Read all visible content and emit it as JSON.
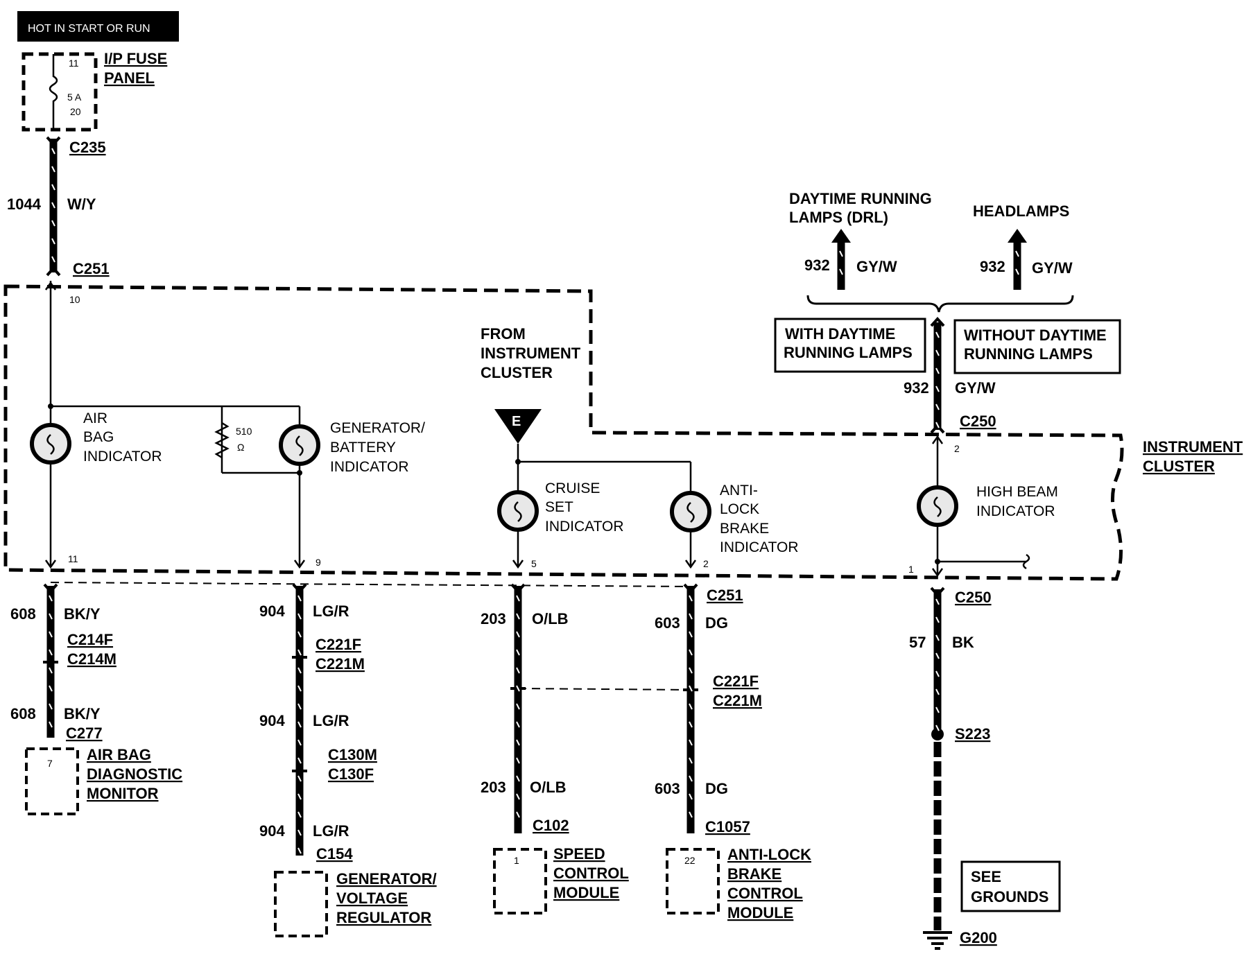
{
  "header": {
    "hot_label": "HOT IN START OR  RUN"
  },
  "fuse_panel": {
    "title_line1": "I/P FUSE",
    "title_line2": "PANEL",
    "fuse_pin_top": "11",
    "fuse_rating": "5 A",
    "fuse_number": "20"
  },
  "feed_wire": {
    "connector_top": "C235",
    "circuit": "1044",
    "color": "W/Y",
    "connector_bottom": "C251",
    "pin": "10"
  },
  "cluster": {
    "label_line1": "INSTRUMENT",
    "label_line2": "CLUSTER",
    "from_line1": "FROM",
    "from_line2": "INSTRUMENT",
    "from_line3": "CLUSTER",
    "ground_symbol": "E",
    "resistor_value": "510",
    "resistor_unit": "Ω",
    "air_bag": {
      "line1": "AIR",
      "line2": "BAG",
      "line3": "INDICATOR",
      "pin": "11"
    },
    "generator": {
      "line1": "GENERATOR/",
      "line2": "BATTERY",
      "line3": "INDICATOR",
      "pin": "9"
    },
    "cruise": {
      "line1": "CRUISE",
      "line2": "SET",
      "line3": "INDICATOR",
      "pin": "5"
    },
    "antilock": {
      "line1": "ANTI-",
      "line2": "LOCK",
      "line3": "BRAKE",
      "line4": "INDICATOR",
      "pin": "2"
    },
    "highbeam": {
      "line1": "HIGH BEAM",
      "line2": "INDICATOR",
      "pin_top": "2",
      "pin_bottom": "1"
    }
  },
  "drl": {
    "drl_title_line1": "DAYTIME RUNNING",
    "drl_title_line2": "LAMPS (DRL)",
    "headlamps_title": "HEADLAMPS",
    "circuit": "932",
    "color": "GY/W",
    "with_line1": "WITH DAYTIME",
    "with_line2": "RUNNING LAMPS",
    "without_line1": "WITHOUT DAYTIME",
    "without_line2": "RUNNING LAMPS",
    "connector": "C250"
  },
  "airbag_branch": {
    "circuit": "608",
    "color": "BK/Y",
    "conn_f": "C214F",
    "conn_m": "C214M",
    "conn_end": "C277",
    "module_pin": "7",
    "module_line1": "AIR BAG",
    "module_line2": "DIAGNOSTIC",
    "module_line3": "MONITOR"
  },
  "generator_branch": {
    "circuit": "904",
    "color": "LG/R",
    "conn1_f": "C221F",
    "conn1_m": "C221M",
    "conn2_m": "C130M",
    "conn2_f": "C130F",
    "conn_end": "C154",
    "module_line1": "GENERATOR/",
    "module_line2": "VOLTAGE",
    "module_line3": "REGULATOR"
  },
  "cruise_branch": {
    "circuit": "203",
    "color": "O/LB",
    "conn_end": "C102",
    "module_pin": "1",
    "module_line1": "SPEED",
    "module_line2": "CONTROL",
    "module_line3": "MODULE"
  },
  "antilock_branch": {
    "conn_top": "C251",
    "circuit": "603",
    "color": "DG",
    "conn_f": "C221F",
    "conn_m": "C221M",
    "conn_end": "C1057",
    "module_pin": "22",
    "module_line1": "ANTI-LOCK",
    "module_line2": "BRAKE",
    "module_line3": "CONTROL",
    "module_line4": "MODULE"
  },
  "ground_branch": {
    "conn_top": "C250",
    "circuit": "57",
    "color": "BK",
    "splice": "S223",
    "see_line1": "SEE",
    "see_line2": "GROUNDS",
    "ground": "G200"
  }
}
